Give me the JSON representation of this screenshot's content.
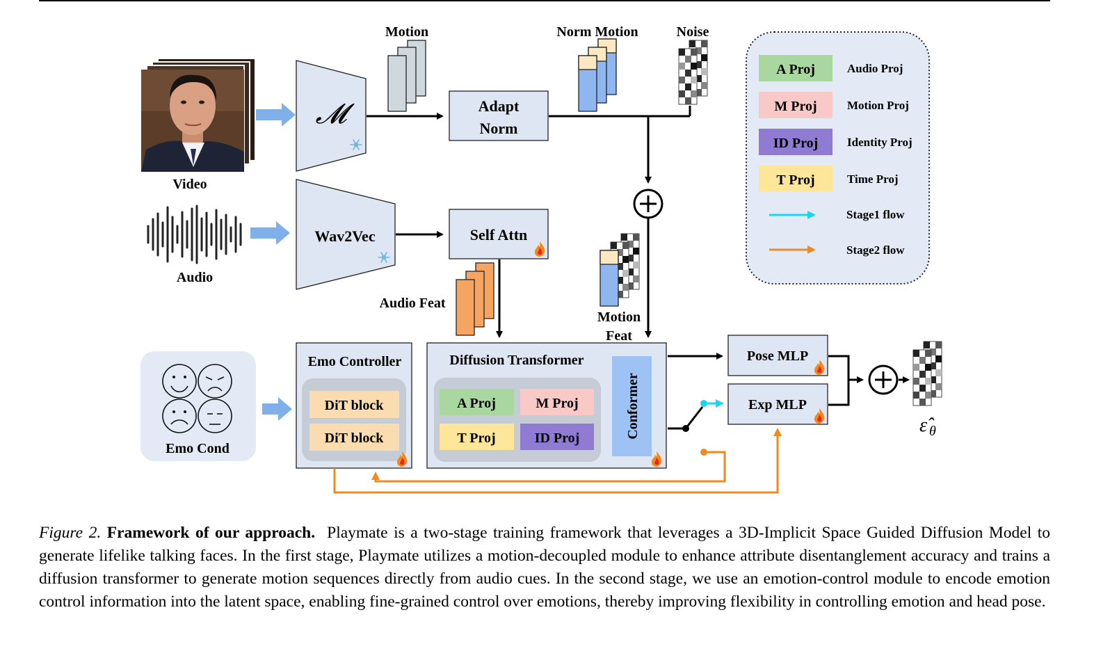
{
  "figure": {
    "labels": {
      "video": "Video",
      "audio": "Audio",
      "motion": "Motion",
      "norm_motion": "Norm Motion",
      "noise": "Noise",
      "audio_feat": "Audio Feat",
      "motion_feat_line1": "Motion",
      "motion_feat_line2": "Feat",
      "emo_cond": "Emo Cond",
      "epsilon_hat": "ε̂",
      "epsilon_sub": "θ"
    },
    "blocks": {
      "motion_encoder": "𝓜",
      "wav2vec": "Wav2Vec",
      "adapt_norm_line1": "Adapt",
      "adapt_norm_line2": "Norm",
      "self_attn": "Self Attn",
      "emo_controller": "Emo Controller",
      "dit_block_1": "DiT block",
      "dit_block_2": "DiT block",
      "diffusion_transformer": "Diffusion Transformer",
      "a_proj": "A Proj",
      "m_proj": "M Proj",
      "t_proj": "T Proj",
      "id_proj": "ID Proj",
      "conformer": "Conformer",
      "pose_mlp": "Pose MLP",
      "exp_mlp": "Exp MLP",
      "plus": "+"
    },
    "legend": {
      "items": [
        {
          "key": "A Proj",
          "desc": "Audio Proj",
          "color": "#a8d8a0"
        },
        {
          "key": "M Proj",
          "desc": "Motion Proj",
          "color": "#f9c9c8"
        },
        {
          "key": "ID Proj",
          "desc": "Identity Proj",
          "color": "#8f7bd1"
        },
        {
          "key": "T Proj",
          "desc": "Time Proj",
          "color": "#fde699"
        }
      ],
      "flows": [
        {
          "desc": "Stage1 flow",
          "color": "#19d6f0"
        },
        {
          "desc": "Stage2 flow",
          "color": "#f08a1e"
        }
      ]
    },
    "icons": {
      "frozen": "snowflake-icon",
      "trainable": "flame-icon"
    }
  },
  "caption": {
    "figure_number": "Figure 2.",
    "title": "Framework of our approach.",
    "body": "Playmate is a two-stage training framework that leverages a 3D-Implicit Space Guided Diffusion Model to generate lifelike talking faces. In the first stage, Playmate utilizes a motion-decoupled module to enhance attribute disentanglement accuracy and trains a diffusion transformer to generate motion sequences directly from audio cues. In the second stage, we use an emotion-control module to encode emotion control information into the latent space, enabling fine-grained control over emotions, thereby improving flexibility in controlling emotion and head pose."
  }
}
